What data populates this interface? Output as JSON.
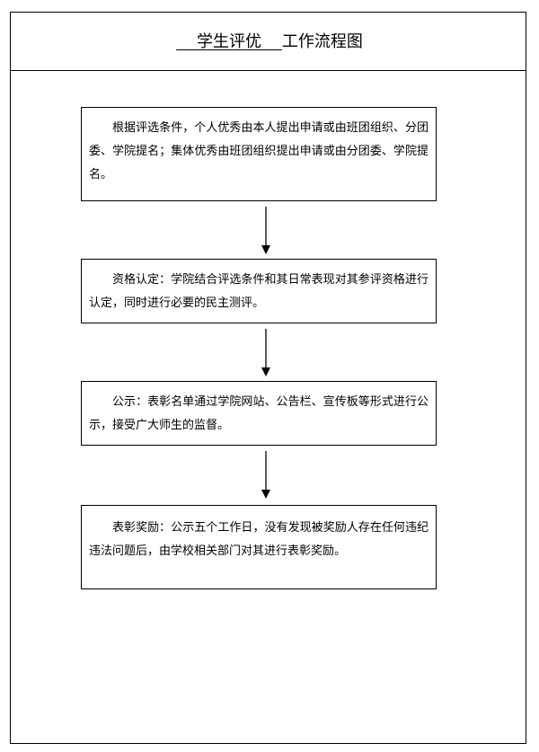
{
  "title": {
    "underlined": "学生评优",
    "rest": "工作流程图"
  },
  "steps": [
    {
      "text": "根据评选条件，个人优秀由本人提出申请或由班团组织、分团委、学院提名；集体优秀由班团组织提出申请或由分团委、学院提名。"
    },
    {
      "text": "资格认定：学院结合评选条件和其日常表现对其参评资格进行认定，同时进行必要的民主测评。"
    },
    {
      "text": "公示：表彰名单通过学院网站、公告栏、宣传板等形式进行公示，接受广大师生的监督。"
    },
    {
      "text": "表彰奖励：公示五个工作日，没有发现被奖励人存在任何违纪违法问题后，由学校相关部门对其进行表彰奖励。"
    }
  ]
}
